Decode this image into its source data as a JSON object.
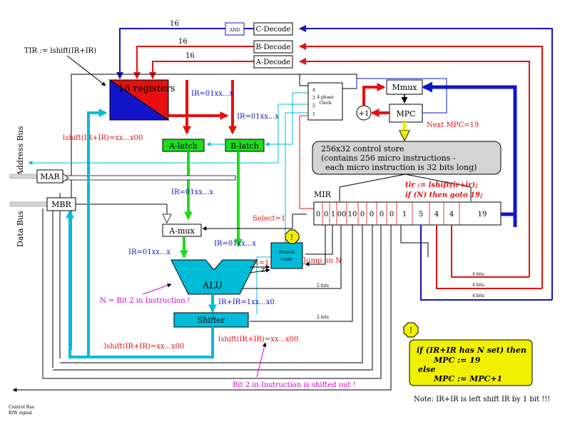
{
  "decoders": {
    "and": "AND",
    "c": "C-Decode",
    "b": "B-Decode",
    "a": "A-Decode",
    "bus_width_c": "16",
    "bus_width_b": "16",
    "bus_width_a": "16"
  },
  "registers": {
    "label": "16 registers",
    "tir_note": "TIR := lshift(IR+IR)",
    "lshift_note": "lshift(IR+IR)=xx...x00"
  },
  "latches": {
    "a": "A-latch",
    "b": "B-latch"
  },
  "ir_labels": {
    "a_bus": "IR=01xx...x",
    "b_bus": "IR=01xx...x",
    "a_latch_out": "IR=01xx...x",
    "alu_left": "IR=01xx...x",
    "alu_right": "IR=01xx...x",
    "alu_out": "IR+IR=1xx...x0",
    "shifter_out": "lshift(IR+IR)=xx...x00",
    "feedback": "lshift(IR+IR)=xx...x00"
  },
  "buses": {
    "address": "Address Bus",
    "data": "Data Bus"
  },
  "mar": "MAR",
  "mbr": "MBR",
  "amux": "A-mux",
  "alu": "ALU",
  "shifter": "Shifter",
  "clock": {
    "label_line1": "4 phase",
    "label_line2": "Clock",
    "phases": [
      "4",
      "3",
      "2",
      "1"
    ]
  },
  "mmux": "Mmux",
  "mpc": "MPC",
  "plus_one": "+1",
  "next_mpc": "Next MPC=19",
  "control_store": {
    "line1": "256x32 control store",
    "line2": "(contains 256 micro instructions -",
    "line3": "each micro instruction is 32 bits long)"
  },
  "micro_comment": {
    "line1": "tir := lshift(ir+ir);",
    "line2": "if (N) then goto 19;"
  },
  "mir": {
    "label": "MIR",
    "fields": [
      "0",
      "0",
      "1",
      "00",
      "10",
      "0",
      "0",
      "0",
      "0",
      "1",
      "5",
      "4",
      "4",
      "19"
    ]
  },
  "select_label": "Select=1",
  "branch": {
    "line1": "Branch",
    "line2": "Logic",
    "jump_label": "Jump on N",
    "n_label": "N=1",
    "z_label": "Z"
  },
  "notes": {
    "n_bit": "N = Bit 2 in Instruction !",
    "shifted_out": "Bit 2 in Instruction is shifted out !",
    "warning_glyph": "!"
  },
  "widths": {
    "alu_ctrl": "2 bits",
    "shift_ctrl": "2 bits",
    "field_1": "4 bits",
    "field_2": "4 bits",
    "field_3": "4 bits"
  },
  "condition_box": {
    "line1": "if (IR+IR has N set) then",
    "line2": "MPC := 19",
    "line3": "else",
    "line4": "MPC := MPC+1"
  },
  "footnote": "Note: IR+IR is left shift IR by 1 bit !!!",
  "control_bus": {
    "line1": "Control Bus",
    "line2": "R/W signal"
  },
  "colors": {
    "blue": "#1414c8",
    "red": "#e61010",
    "green": "#1edc1e",
    "cyan": "#00bcd8",
    "yellow": "#f0f000",
    "magenta": "#d000d0",
    "gray": "#d4d4d4"
  }
}
